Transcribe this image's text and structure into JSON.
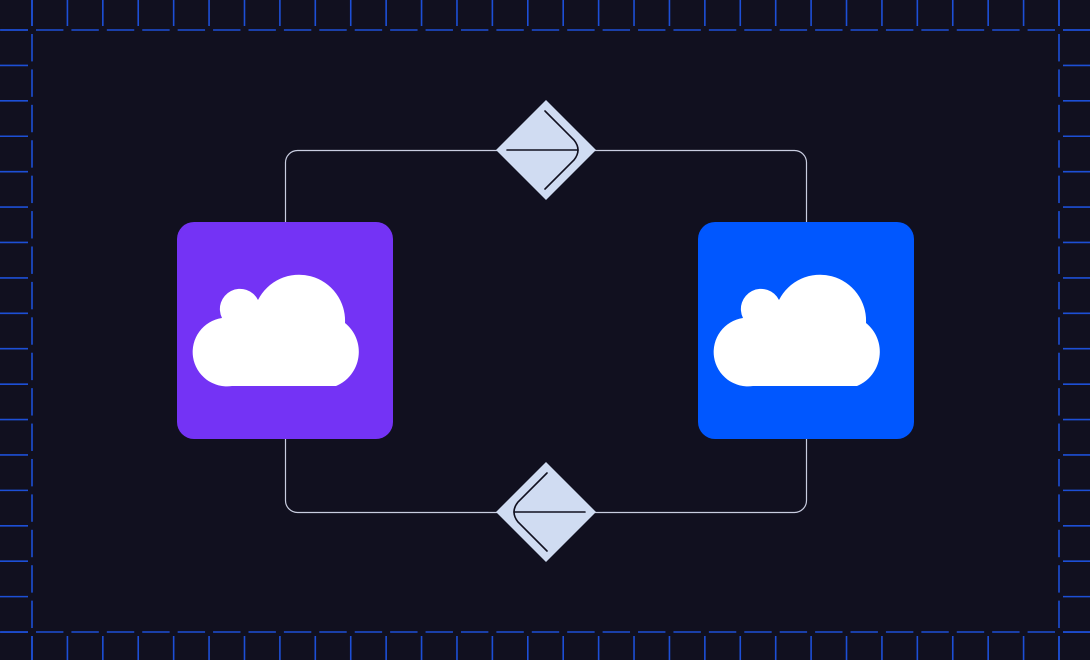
{
  "colors": {
    "background": "#11101f",
    "frame": "#1d4fd6",
    "left_card": "#7433f5",
    "right_card": "#0057ff",
    "connector": "#c9cde0",
    "diamond": "#d0dcf2",
    "arrow": "#11101f",
    "cloud": "#ffffff"
  },
  "nodes": [
    {
      "icon": "cloud-icon",
      "color": "purple"
    },
    {
      "icon": "cloud-icon",
      "color": "blue"
    }
  ],
  "connectors": [
    {
      "icon": "arrow-right-icon",
      "direction": "right"
    },
    {
      "icon": "arrow-left-icon",
      "direction": "left"
    }
  ]
}
